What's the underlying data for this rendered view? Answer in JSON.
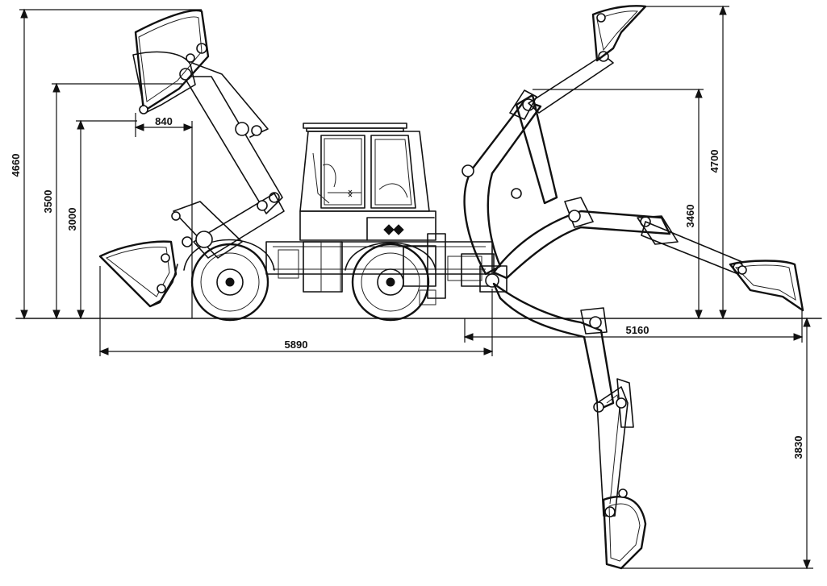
{
  "dimensions": {
    "max_height_front": "4660",
    "dump_height_front": "3500",
    "dump_clearance_front": "3000",
    "dump_reach_front": "840",
    "overall_length": "5890",
    "max_reach_rear": "5160",
    "max_height_rear": "4700",
    "dump_height_rear": "3460",
    "dig_depth_rear": "3830"
  },
  "colors": {
    "line": "#111111",
    "background": "#ffffff"
  }
}
